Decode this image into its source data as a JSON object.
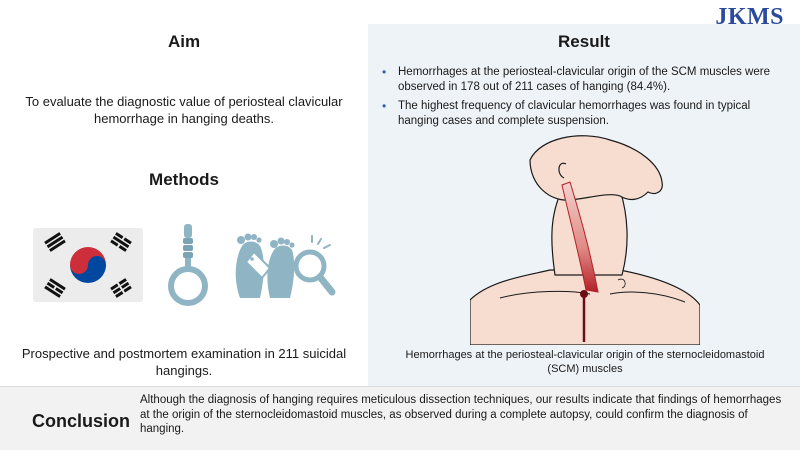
{
  "journal": {
    "logo_text": "JKMS"
  },
  "aim": {
    "title": "Aim",
    "text": "To evaluate the diagnostic value of periosteal clavicular hemorrhage in hanging deaths."
  },
  "methods": {
    "title": "Methods",
    "text": "Prospective and postmortem examination in 211 suicidal hangings."
  },
  "result": {
    "title": "Result",
    "bullets": [
      "Hemorrhages at the periosteal-clavicular origin of the SCM muscles were observed in 178 out of 211 cases of hanging (84.4%).",
      "The highest frequency of clavicular hemorrhages was found in typical hanging cases and  complete suspension."
    ],
    "bullet_marker": "•",
    "caption": "Hemorrhages at the periosteal-clavicular origin of the sternocleidomastoid (SCM) muscles"
  },
  "conclusion": {
    "label": "Conclusion",
    "text": "Although the diagnosis of hanging requires meticulous dissection techniques, our results indicate that findings of hemorrhages at the origin of the sternocleidomastoid muscles, as observed during a complete autopsy, could confirm the diagnosis of hanging."
  },
  "icons": [
    "korean-flag-icon",
    "noose-icon",
    "feet-with-tag-magnifier-icon",
    "neck-anatomy-illustration"
  ],
  "colors": {
    "logo_blue": "#2b4a9c",
    "bullet_blue": "#2b5fa8",
    "icon_teal": "#8fb4c4",
    "flag_red": "#cd2e3a",
    "flag_blue": "#0047a0",
    "hemorrhage_red": "#b3202a",
    "result_bg": "#eef3f7",
    "conclusion_bg": "#f2f2f2"
  }
}
